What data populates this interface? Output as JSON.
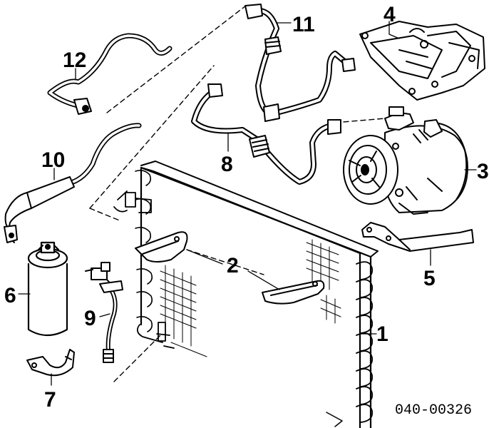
{
  "callouts": {
    "c1": "1",
    "c2": "2",
    "c3": "3",
    "c4": "4",
    "c5": "5",
    "c6": "6",
    "c7": "7",
    "c8": "8",
    "c9": "9",
    "c10": "10",
    "c11": "11",
    "c12": "12"
  },
  "reference_code": "040-00326"
}
